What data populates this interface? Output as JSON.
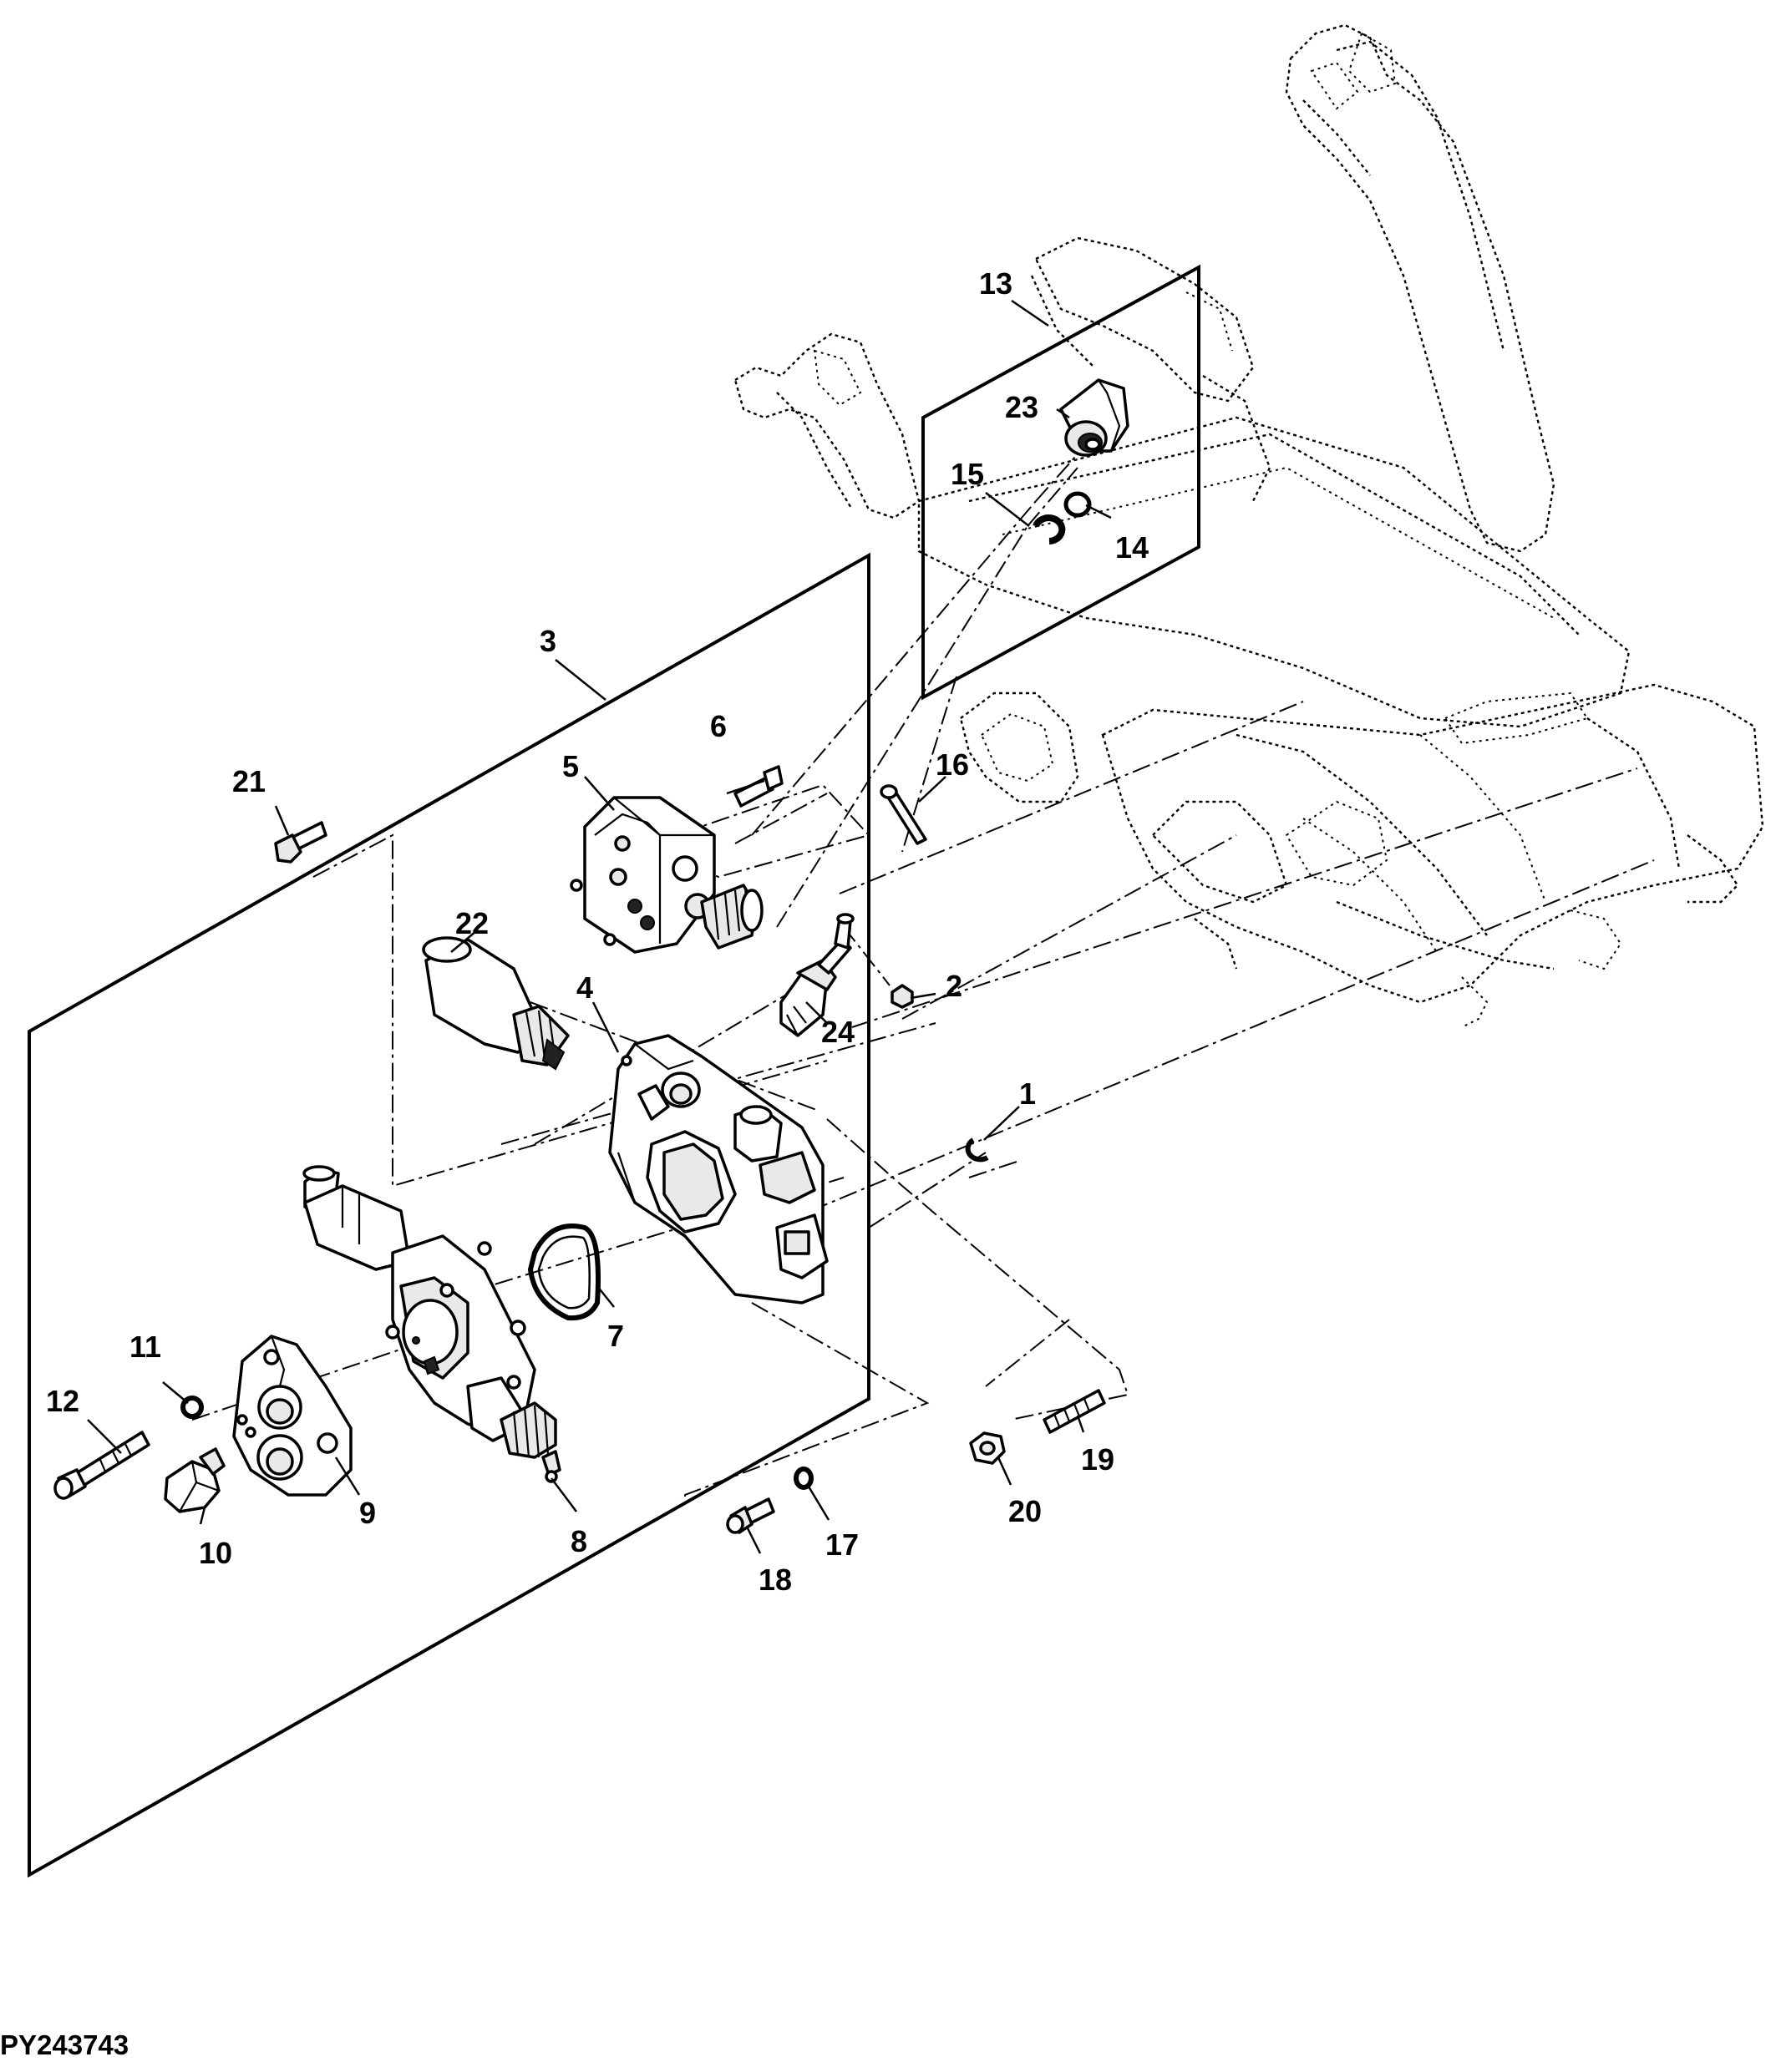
{
  "figure": {
    "reference_code": "PY243743"
  },
  "callouts": {
    "c1": "1",
    "c2": "2",
    "c3": "3",
    "c4": "4",
    "c5": "5",
    "c6": "6",
    "c7": "7",
    "c8": "8",
    "c9": "9",
    "c10": "10",
    "c11": "11",
    "c12": "12",
    "c13": "13",
    "c14": "14",
    "c15": "15",
    "c16": "16",
    "c17": "17",
    "c18": "18",
    "c19": "19",
    "c20": "20",
    "c21": "21",
    "c22": "22",
    "c23": "23",
    "c24": "24"
  },
  "icons": {
    "background_assembly": "loader-frame-outline-icon",
    "panels": "subassembly-panel-icon"
  }
}
